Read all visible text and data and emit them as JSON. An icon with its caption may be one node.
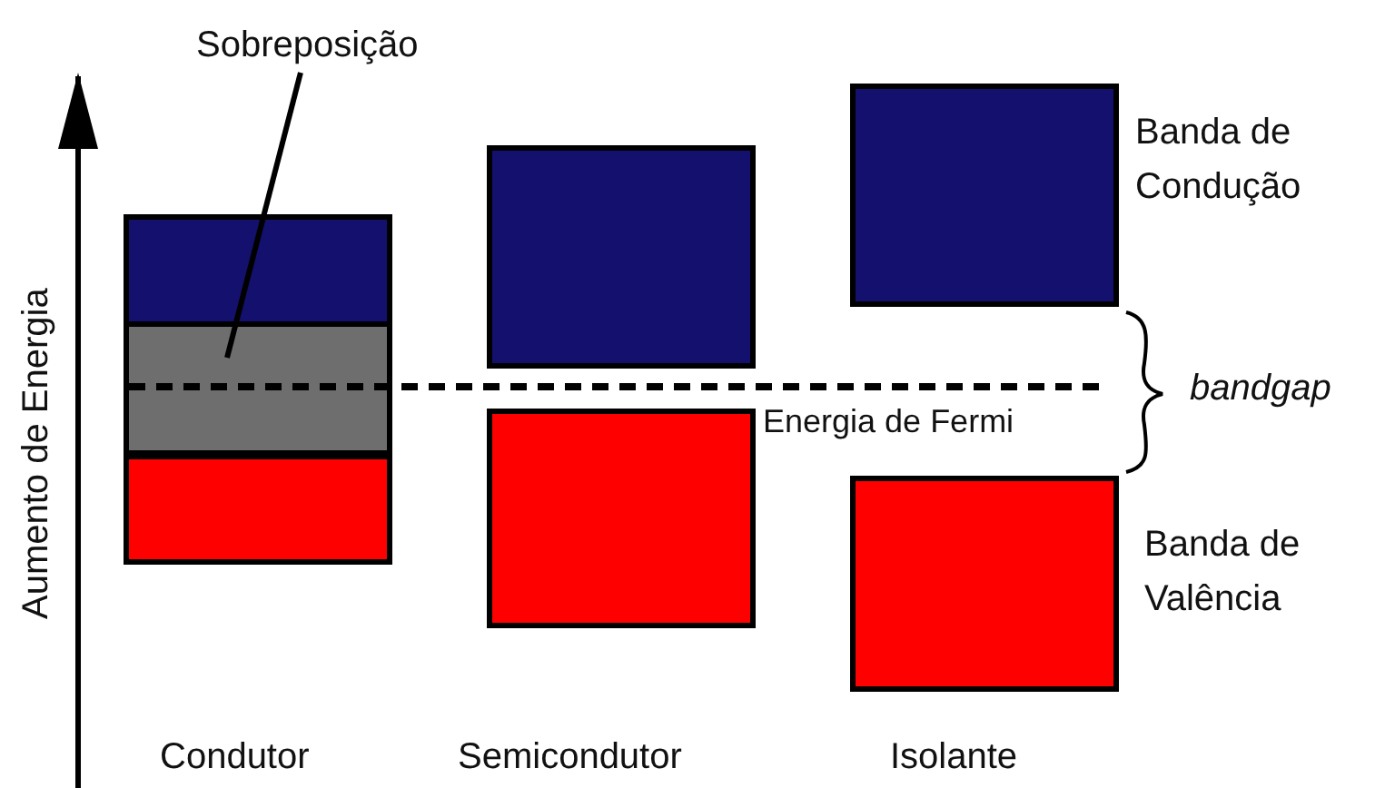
{
  "diagram": {
    "nodes": [
      {
        "text": [
          "Sobreposição"
        ]
      },
      {
        "text": [],
        "shape": "box"
      },
      {
        "text": [],
        "shape": "box"
      },
      {
        "text": [],
        "shape": "box"
      },
      {
        "text": [],
        "shape": "box"
      },
      {
        "text": [],
        "shape": "box"
      },
      {
        "text": [],
        "shape": "box"
      },
      {
        "text": [],
        "shape": "box"
      }
    ],
    "edges": [
      {
        "from": 0,
        "to": 2,
        "arrow": "none"
      }
    ],
    "labels": [
      "Banda de Condução",
      "Aumento de Energia",
      "bandgap",
      "Energia de Fermi",
      "Banda de Valência",
      "Condutor",
      "Semicondutor",
      "Isolante"
    ]
  }
}
